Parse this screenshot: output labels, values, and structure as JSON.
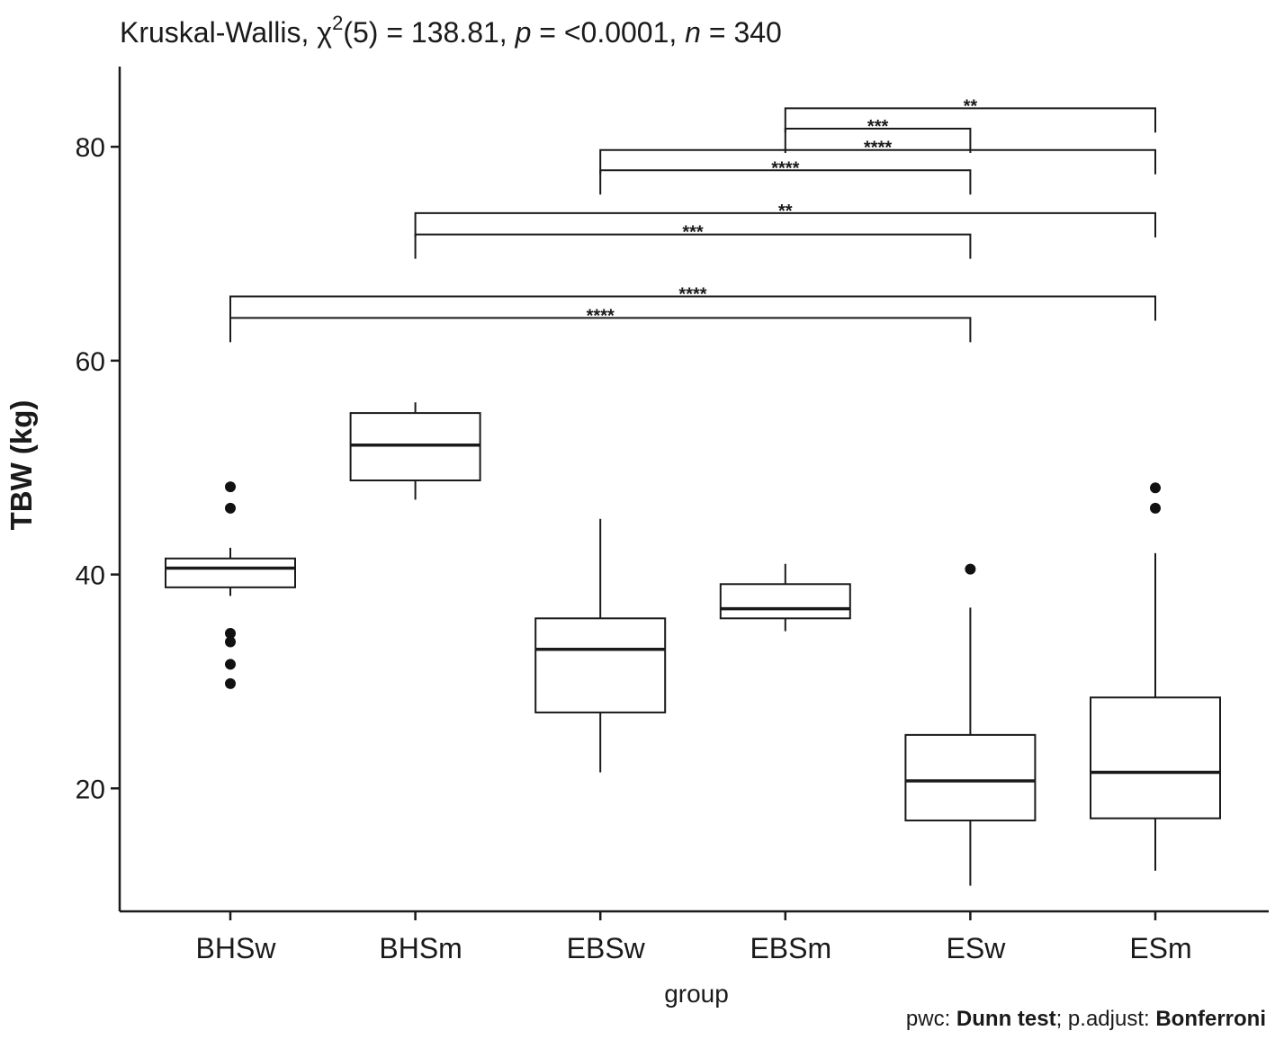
{
  "chart_data": {
    "type": "box",
    "title": {
      "prefix": "Kruskal-Wallis, ",
      "chi": "χ",
      "sup": "2",
      "df_part": "(5) = 138.81, ",
      "p_label": "p",
      "p_part": " = <0.0001, ",
      "n_label": "n",
      "n_part": " = 340"
    },
    "xlabel": "group",
    "ylabel": "TBW (kg)",
    "ylim": [
      8.5,
      87.5
    ],
    "y_ticks": [
      20,
      40,
      60,
      80
    ],
    "categories": [
      "BHSw",
      "BHSm",
      "EBSw",
      "EBSm",
      "ESw",
      "ESm"
    ],
    "boxes": [
      {
        "group": "BHSw",
        "whisker_low": 38.0,
        "q1": 38.8,
        "median": 40.6,
        "q3": 41.5,
        "whisker_high": 42.5,
        "outliers": [
          48.2,
          46.2,
          34.5,
          33.7,
          31.6,
          29.8
        ]
      },
      {
        "group": "BHSm",
        "whisker_low": 47.0,
        "q1": 48.8,
        "median": 52.1,
        "q3": 55.1,
        "whisker_high": 56.1,
        "outliers": []
      },
      {
        "group": "EBSw",
        "whisker_low": 21.5,
        "q1": 27.1,
        "median": 33.0,
        "q3": 35.9,
        "whisker_high": 45.2,
        "outliers": []
      },
      {
        "group": "EBSm",
        "whisker_low": 34.7,
        "q1": 35.9,
        "median": 36.8,
        "q3": 39.1,
        "whisker_high": 41.0,
        "outliers": []
      },
      {
        "group": "ESw",
        "whisker_low": 10.9,
        "q1": 17.0,
        "median": 20.7,
        "q3": 25.0,
        "whisker_high": 36.9,
        "outliers": [
          40.5
        ]
      },
      {
        "group": "ESm",
        "whisker_low": 12.3,
        "q1": 17.2,
        "median": 21.5,
        "q3": 28.5,
        "whisker_high": 42.0,
        "outliers": [
          48.1,
          46.2
        ]
      }
    ],
    "comparisons": [
      {
        "from": "BHSw",
        "to": "ESw",
        "y": 64.0,
        "label": "****"
      },
      {
        "from": "BHSw",
        "to": "ESm",
        "y": 66.0,
        "label": "****"
      },
      {
        "from": "BHSm",
        "to": "ESw",
        "y": 71.8,
        "label": "***"
      },
      {
        "from": "BHSm",
        "to": "ESm",
        "y": 73.8,
        "label": "**"
      },
      {
        "from": "EBSw",
        "to": "ESw",
        "y": 77.8,
        "label": "****"
      },
      {
        "from": "EBSw",
        "to": "ESm",
        "y": 79.7,
        "label": "****"
      },
      {
        "from": "EBSm",
        "to": "ESw",
        "y": 81.7,
        "label": "***"
      },
      {
        "from": "EBSm",
        "to": "ESm",
        "y": 83.6,
        "label": "**"
      }
    ],
    "caption": {
      "pwc_label": "pwc: ",
      "pwc_value": "Dunn test",
      "sep": "; p.adjust: ",
      "adjust_value": "Bonferroni"
    },
    "grid": false,
    "legend": "none"
  }
}
